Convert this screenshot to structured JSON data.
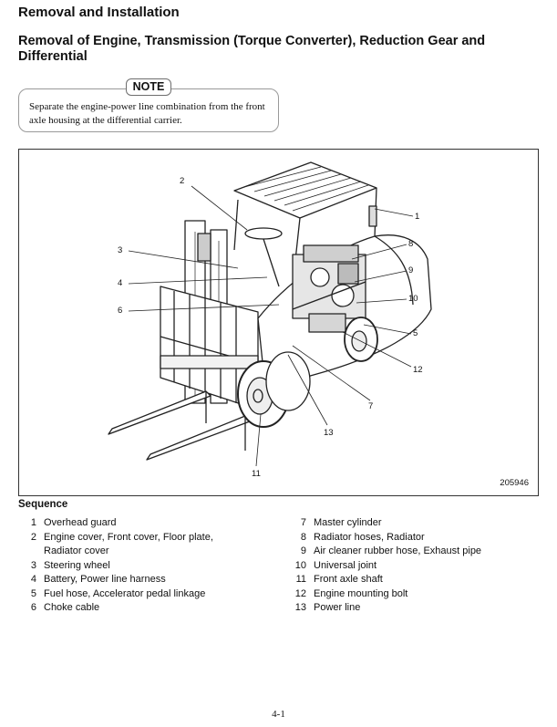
{
  "header": {
    "title": "Removal and Installation",
    "subtitle": "Removal of Engine, Transmission (Torque Converter), Reduction Gear and Differential"
  },
  "note": {
    "label": "NOTE",
    "text": "Separate the engine-power line combination from the front axle housing at the differential carrier."
  },
  "figure": {
    "figure_id": "205946",
    "callouts": [
      "1",
      "2",
      "3",
      "4",
      "5",
      "6",
      "7",
      "8",
      "9",
      "10",
      "11",
      "12",
      "13"
    ]
  },
  "sequence": {
    "heading": "Sequence",
    "items": [
      {
        "num": "1",
        "lines": [
          "Overhead guard"
        ]
      },
      {
        "num": "2",
        "lines": [
          "Engine cover, Front cover, Floor plate,",
          "Radiator cover"
        ]
      },
      {
        "num": "3",
        "lines": [
          "Steering wheel"
        ]
      },
      {
        "num": "4",
        "lines": [
          "Battery, Power line harness"
        ]
      },
      {
        "num": "5",
        "lines": [
          "Fuel hose, Accelerator pedal linkage"
        ]
      },
      {
        "num": "6",
        "lines": [
          "Choke cable"
        ]
      },
      {
        "num": "7",
        "lines": [
          "Master cylinder"
        ]
      },
      {
        "num": "8",
        "lines": [
          "Radiator hoses, Radiator"
        ]
      },
      {
        "num": "9",
        "lines": [
          "Air cleaner rubber hose, Exhaust pipe"
        ]
      },
      {
        "num": "10",
        "lines": [
          "Universal joint"
        ]
      },
      {
        "num": "11",
        "lines": [
          "Front axle shaft"
        ]
      },
      {
        "num": "12",
        "lines": [
          "Engine mounting bolt"
        ]
      },
      {
        "num": "13",
        "lines": [
          "Power line"
        ]
      }
    ]
  },
  "page": {
    "number": "4-1"
  }
}
